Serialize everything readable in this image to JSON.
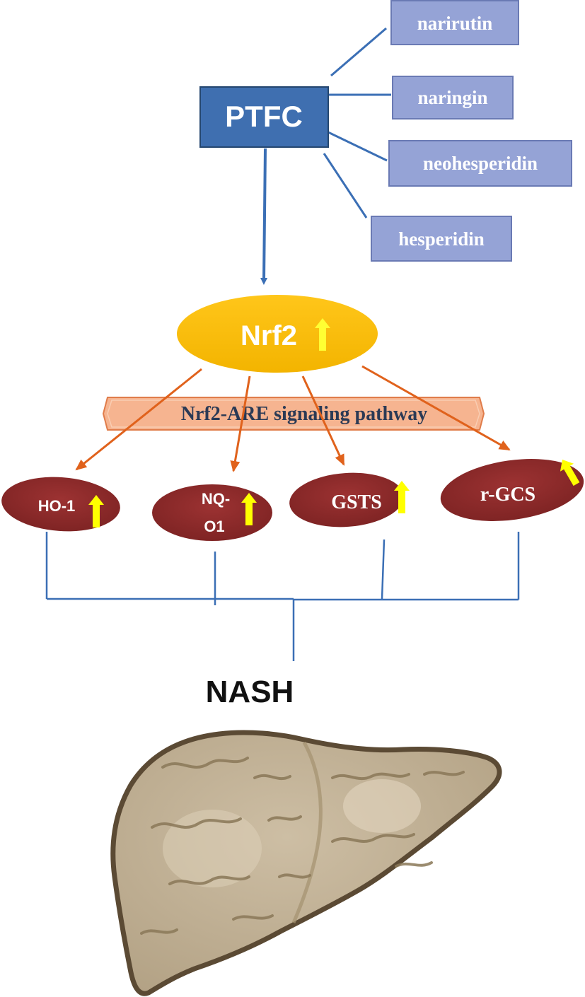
{
  "ptfc": {
    "label": "PTFC"
  },
  "compounds": [
    {
      "label": "narirutin"
    },
    {
      "label": "naringin"
    },
    {
      "label": "neohesperidin"
    },
    {
      "label": "hesperidin"
    }
  ],
  "nrf2": {
    "label": "Nrf2"
  },
  "pathway": {
    "label": "Nrf2-ARE signaling pathway"
  },
  "targets": [
    {
      "label": "HO-1"
    },
    {
      "line1": "NQ-",
      "line2": "O1"
    },
    {
      "label": "GSTS"
    },
    {
      "label": "r-GCS"
    }
  ],
  "outcome": {
    "label": "NASH"
  },
  "icons": {
    "up_arrow": "up-arrow-icon",
    "liver": "liver-icon"
  },
  "colors": {
    "ptfc_box": "#3f6fb0",
    "compound_box": "#95a3d6",
    "connector_blue": "#3b6fb5",
    "nrf2": "#fdc000",
    "pathway_band": "#f6b490",
    "orange_arrow": "#e0621c",
    "target_oval": "#8c2a2a",
    "up_arrow": "#ffff00",
    "liver_fill": "#c2b196",
    "liver_outline": "#5b4a34"
  }
}
